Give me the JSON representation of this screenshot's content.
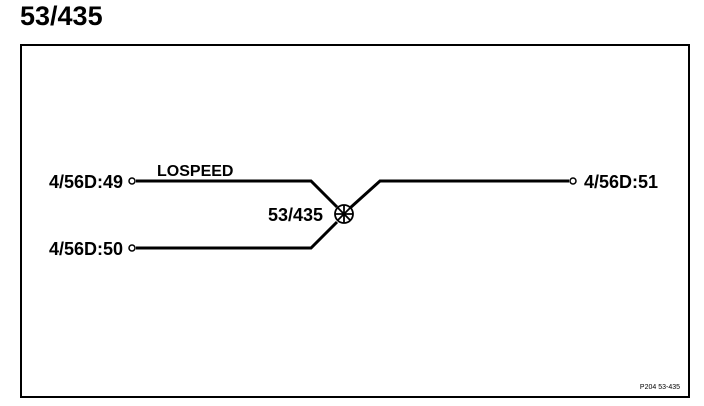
{
  "title": "53/435",
  "connectors": {
    "in_top": "4/56D:49",
    "in_bottom": "4/56D:50",
    "out": "4/56D:51"
  },
  "signal_label": "LOSPEED",
  "splice_label": "53/435",
  "reference": "P204  53-435",
  "colors": {
    "line": "#000000",
    "background": "#ffffff"
  }
}
